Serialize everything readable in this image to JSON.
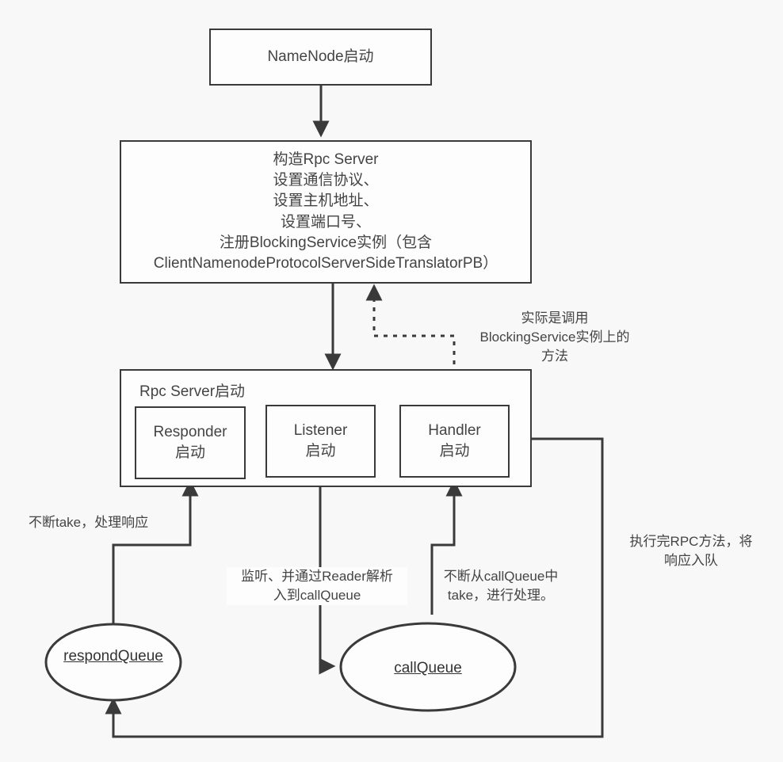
{
  "diagram": {
    "title": "NameNode RPC Server startup flow",
    "background_color": "#f8f8f8",
    "stroke_color": "#3a3a3a",
    "text_color": "#444444"
  },
  "nodes": {
    "namenode_start": {
      "label": "NameNode启动"
    },
    "build_rpc_server": {
      "label": "构造Rpc Server\n设置通信协议、\n设置主机地址、\n设置端口号、\n注册BlockingService实例（包含\nClientNamenodeProtocolServerSideTranslatorPB）"
    },
    "rpc_server_group": {
      "title": "Rpc Server启动"
    },
    "responder": {
      "label": "Responder\n启动"
    },
    "listener": {
      "label": "Listener\n启动"
    },
    "handler": {
      "label": "Handler\n启动"
    },
    "respond_queue": {
      "label": "respondQueue"
    },
    "call_queue": {
      "label": "callQueue"
    }
  },
  "edge_labels": {
    "blocking_service_note": "实际是调用\nBlockingService实例上的\n方法",
    "responder_take": "不断take，处理响应",
    "listener_note": "监听、并通过Reader解析\n入到callQueue",
    "handler_note": "不断从callQueue中\ntake，进行处理。",
    "handler_response_note": "执行完RPC方法，将\n响应入队"
  }
}
